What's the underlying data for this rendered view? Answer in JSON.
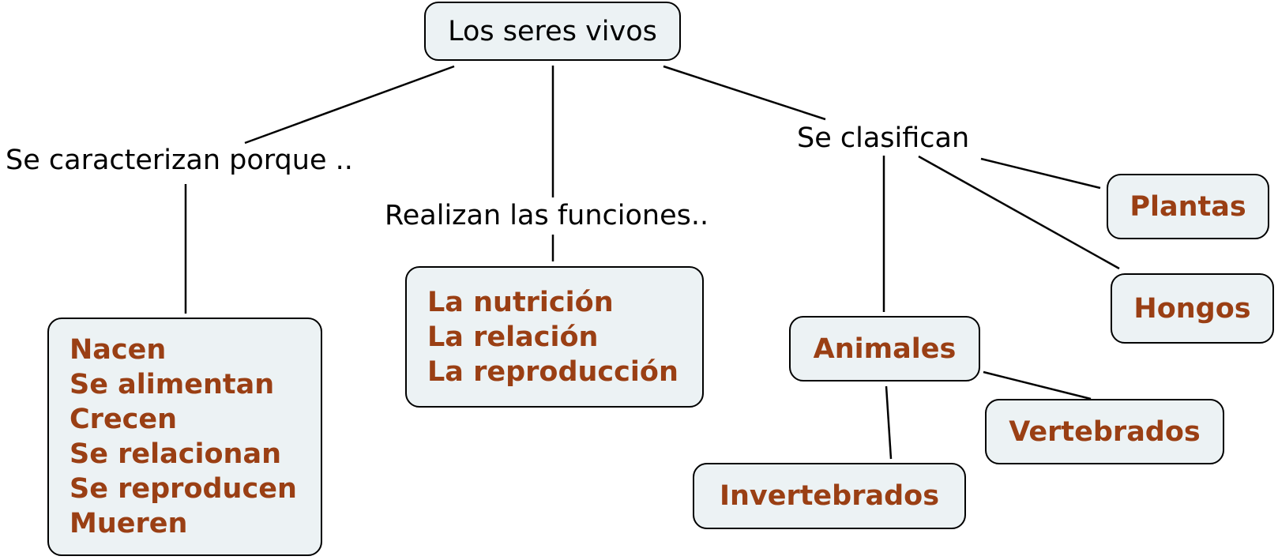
{
  "root": {
    "label": "Los seres vivos"
  },
  "links": {
    "characteristics": "Se caracterizan porque ..",
    "functions": "Realizan las funciones..",
    "classification": "Se clasifican"
  },
  "characteristics": {
    "items": [
      "Nacen",
      "Se alimentan",
      "Crecen",
      "Se relacionan",
      "Se reproducen",
      "Mueren"
    ]
  },
  "functions": {
    "items": [
      "La nutrición",
      "La relación",
      "La reproducción"
    ]
  },
  "classification": {
    "plantas": "Plantas",
    "hongos": "Hongos",
    "animales": "Animales",
    "vertebrados": "Vertebrados",
    "invertebrados": "Invertebrados"
  },
  "colors": {
    "node_fill": "#ecf2f4",
    "node_text": "#9a3f14",
    "line": "#000000"
  }
}
